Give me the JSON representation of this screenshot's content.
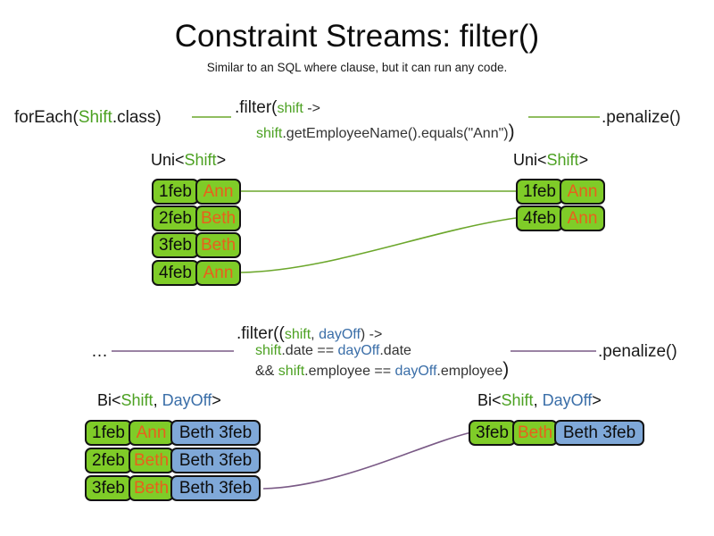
{
  "header": {
    "title": "Constraint Streams: filter()",
    "subtitle": "Similar to an SQL where clause, but it can run any code."
  },
  "colors": {
    "fact_green_fill": "#7fcc28",
    "fact_blue_fill": "#7fa8d8",
    "name_orange": "#e8601c",
    "shift_green": "#4ca122",
    "dayoff_blue": "#3a6ea8",
    "wire_green": "#6ca72c",
    "wire_purple": "#7a5a86",
    "box_border": "#131313"
  },
  "uni_section": {
    "source_call": {
      "prefix": "forEach(",
      "type": "Shift",
      "suffix": ".class)"
    },
    "filter_call": {
      "line1_prefix": ".filter(",
      "line1_var": "shift",
      "line1_suffix": " ->",
      "line2_var": "shift",
      "line2_rest": ".getEmployeeName().equals(\"Ann\")",
      "line2_close": ")"
    },
    "terminal_call": ".penalize()",
    "input_label": {
      "prefix": "Uni<",
      "type": "Shift",
      "suffix": ">"
    },
    "output_label": {
      "prefix": "Uni<",
      "type": "Shift",
      "suffix": ">"
    },
    "input_tuples": [
      {
        "date": "1feb",
        "name": "Ann"
      },
      {
        "date": "2feb",
        "name": "Beth"
      },
      {
        "date": "3feb",
        "name": "Beth"
      },
      {
        "date": "4feb",
        "name": "Ann"
      }
    ],
    "output_tuples": [
      {
        "date": "1feb",
        "name": "Ann"
      },
      {
        "date": "4feb",
        "name": "Ann"
      }
    ]
  },
  "bi_section": {
    "source_call": "…",
    "filter_call": {
      "line1_prefix": ".filter((",
      "line1_var_a": "shift",
      "line1_comma": ", ",
      "line1_var_b": "dayOff",
      "line1_suffix": ") ->",
      "line2_var_a": "shift",
      "line2_mid": ".date == ",
      "line2_var_b": "dayOff",
      "line2_end": ".date",
      "line3_op": "&& ",
      "line3_var_a": "shift",
      "line3_mid": ".employee == ",
      "line3_var_b": "dayOff",
      "line3_end": ".employee",
      "line3_close": ")"
    },
    "terminal_call": ".penalize()",
    "input_label": {
      "prefix": "Bi<",
      "type_a": "Shift",
      "comma": ", ",
      "type_b": "DayOff",
      "suffix": ">"
    },
    "output_label": {
      "prefix": "Bi<",
      "type_a": "Shift",
      "comma": ", ",
      "type_b": "DayOff",
      "suffix": ">"
    },
    "input_tuples": [
      {
        "date": "1feb",
        "name": "Ann",
        "dayoff": "Beth 3feb"
      },
      {
        "date": "2feb",
        "name": "Beth",
        "dayoff": "Beth 3feb"
      },
      {
        "date": "3feb",
        "name": "Beth",
        "dayoff": "Beth 3feb"
      }
    ],
    "output_tuples": [
      {
        "date": "3feb",
        "name": "Beth",
        "dayoff": "Beth 3feb"
      }
    ]
  }
}
